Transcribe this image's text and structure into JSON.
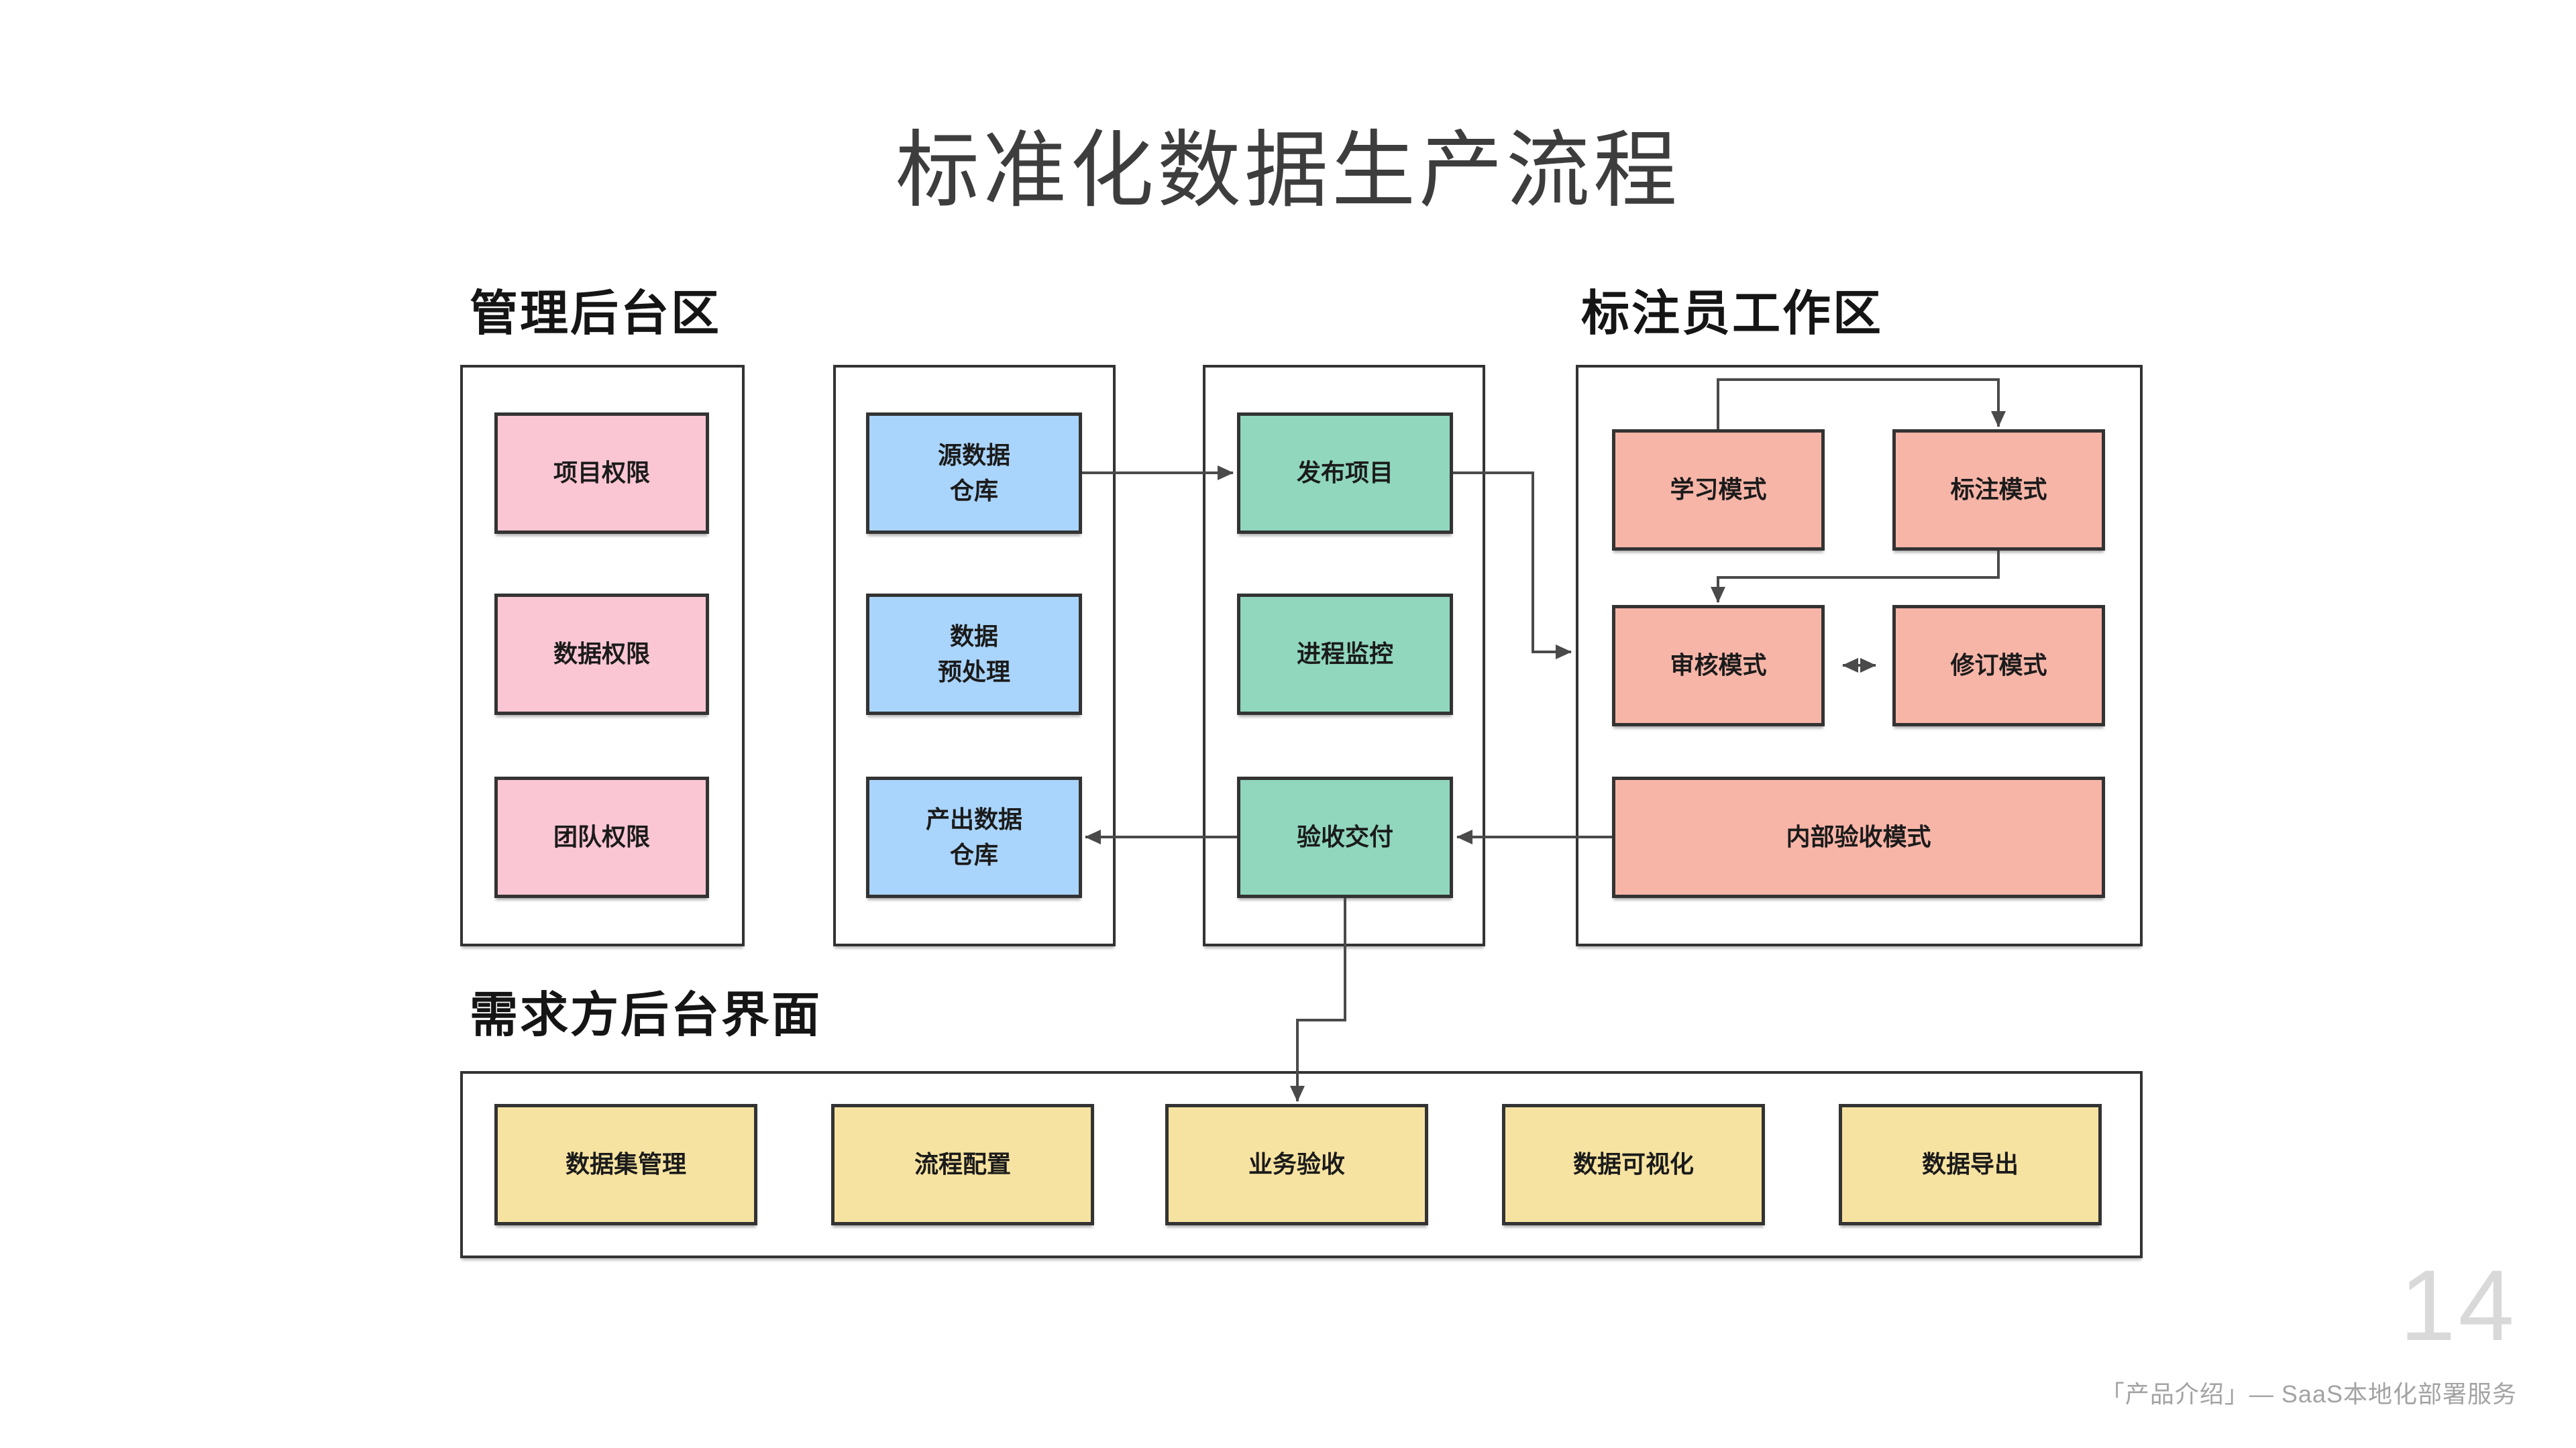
{
  "title": "标准化数据生产流程",
  "zones": {
    "admin": {
      "title": "管理后台区",
      "boxes": [
        "项目权限",
        "数据权限",
        "团队权限"
      ]
    },
    "pipeline": {
      "boxes": [
        "源数据\n仓库",
        "数据\n预处理",
        "产出数据\n仓库"
      ]
    },
    "operations": {
      "boxes": [
        "发布项目",
        "进程监控",
        "验收交付"
      ]
    },
    "annotator": {
      "title": "标注员工作区",
      "boxes": [
        "学习模式",
        "标注模式",
        "审核模式",
        "修订模式",
        "内部验收模式"
      ]
    },
    "client": {
      "title": "需求方后台界面",
      "boxes": [
        "数据集管理",
        "流程配置",
        "业务验收",
        "数据可视化",
        "数据导出"
      ]
    }
  },
  "connections": [
    "源数据仓库 → 发布项目",
    "发布项目 → 标注员工作区",
    "学习模式 → 标注模式",
    "标注模式 → 审核模式",
    "审核模式 ↔ 修订模式",
    "内部验收模式 → 验收交付",
    "验收交付 → 产出数据仓库",
    "验收交付 → 业务验收"
  ],
  "footer": {
    "page_number": "14",
    "caption": "「产品介绍」— SaaS本地化部署服务"
  },
  "colors": {
    "pink": "#FBC6D4",
    "blue": "#A9D4FB",
    "green": "#90D7BE",
    "salmon": "#F7B5A8",
    "yellow": "#F7E3A1",
    "border": "#333333",
    "line": "#4a4a4a",
    "title_text": "#3d3d3d",
    "header_text": "#151515",
    "label_text": "#1b1b1b",
    "footer_text": "#a3a3a3",
    "page_number": "#d9d9d9"
  }
}
